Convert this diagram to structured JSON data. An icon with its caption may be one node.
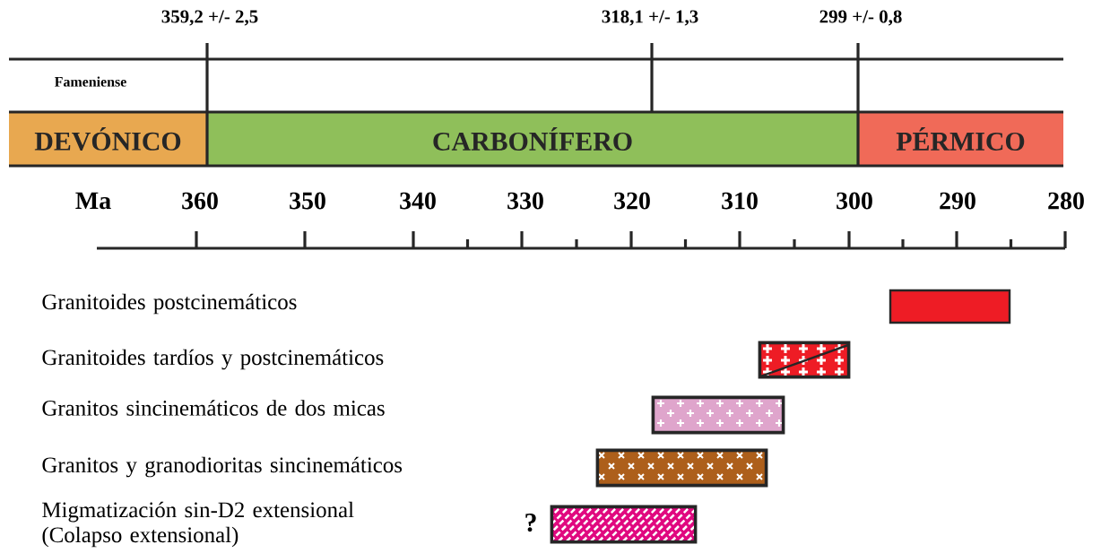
{
  "diagram": {
    "nodes": [
      {
        "text": [
          "DEVÓNICO"
        ]
      },
      {
        "text": [
          "CARBONÍFERO"
        ]
      },
      {
        "text": [
          "PÉRMICO"
        ]
      },
      {
        "text": [],
        "shape": "bar"
      },
      {
        "text": [],
        "shape": "bar"
      },
      {
        "text": [],
        "shape": "bar"
      },
      {
        "text": [],
        "shape": "bar"
      },
      {
        "text": [],
        "shape": "bar"
      }
    ],
    "labels": [
      "359,2 +/- 2,5",
      "318,1 +/- 1,3",
      "299 +/- 0,8",
      "Fameniense",
      "Ma",
      "360",
      "350",
      "340",
      "330",
      "320",
      "310",
      "300",
      "290",
      "280",
      "Granitoides postcinemáticos",
      "Granitoides tardíos y postcinemáticos",
      "Granitos sincinemáticos de dos micas",
      "Granitos y granodioritas sincinemáticos",
      "Migmatización sin-D2 extensional (Colapso extensional)",
      "?"
    ]
  }
}
